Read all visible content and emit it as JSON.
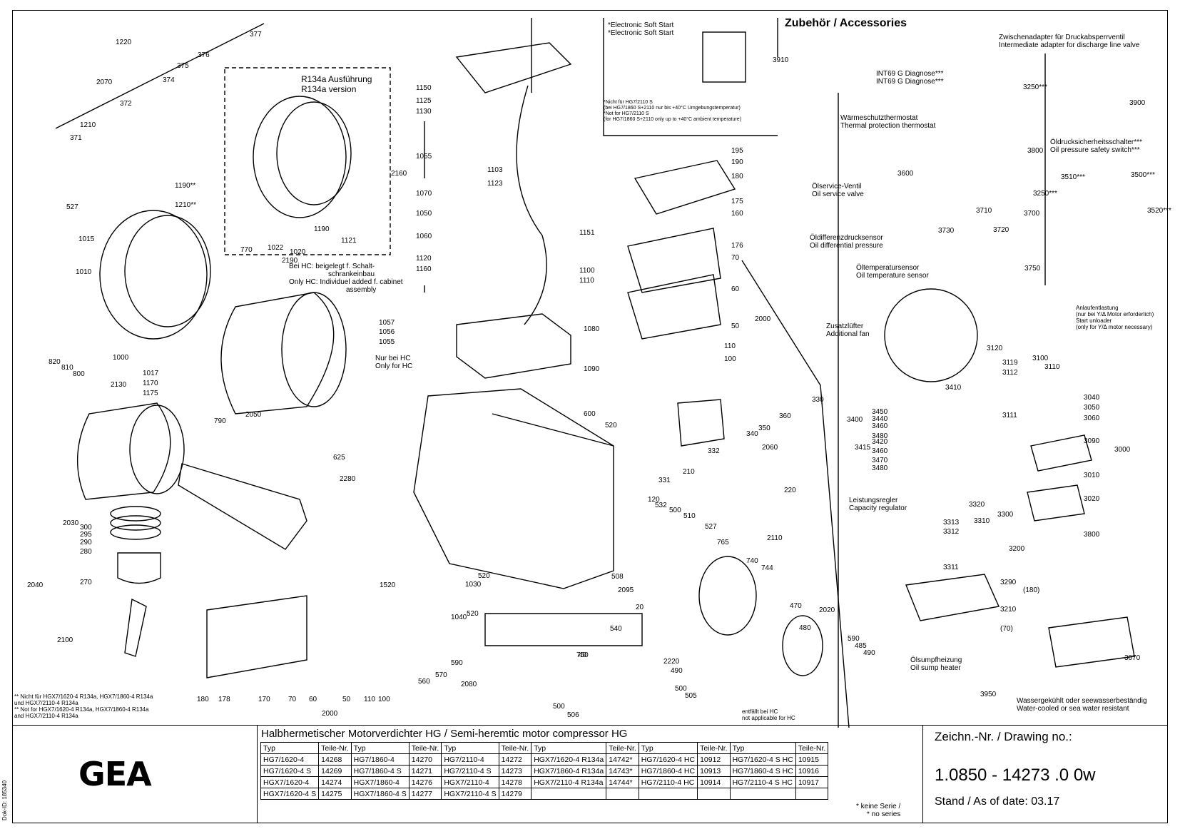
{
  "accessories_title": "Zubehör / Accessories",
  "r134a": {
    "de": "R134a Ausführung",
    "en": "R134a version"
  },
  "hc_only_cabinet": [
    "Bei HC: beigelegt f. Schalt-",
    "schrankeinbau",
    "Only HC: Individuel added f. cabinet",
    "assembly"
  ],
  "hc_only": [
    "Nur bei HC",
    "Only for HC"
  ],
  "soft_start": [
    "*Electronic Soft Start",
    "*Electronic Soft Start"
  ],
  "small_note": [
    "*Nicht für HG7/2110 S",
    "(bei HG7/1860 S+2110 nur bis +40°C Umgebungstemperatur)",
    "*Not for HG7/2110 S",
    "(for HG7/1860 S+2110 only up to +40°C ambient temperature)"
  ],
  "intermediate_adapter": [
    "Zwischenadapter für Druckabsperrventil",
    "Intermediate adapter for discharge line valve"
  ],
  "int69": [
    "INT69 G Diagnose***",
    "INT69 G Diagnose***"
  ],
  "thermal": [
    "Wärmeschutzthermostat",
    "Thermal protection thermostat"
  ],
  "oil_service": [
    "Ölservice-Ventil",
    "Oil service valve"
  ],
  "oil_pressure_switch": [
    "Öldrucksicherheitsschalter***",
    "Oil pressure safety switch***"
  ],
  "oil_diff": [
    "Öldifferenzdrucksensor",
    "Oil differential pressure"
  ],
  "oil_temp": [
    "Öltemperatursensor",
    "Oil temperature sensor"
  ],
  "start_unloader": [
    "Anlaufentlastung",
    "(nur bei Y/Δ Motor erforderlich)",
    "Start unloader",
    "(only for Y/Δ motor necessary)"
  ],
  "add_fan": [
    "Zusatzlüfter",
    "Additional fan"
  ],
  "capacity_reg": [
    "Leistungsregler",
    "Capacity regulator"
  ],
  "oil_sump": [
    "Ölsumpfheizung",
    "Oil sump heater"
  ],
  "water_cooled": [
    "Wassergekühlt oder seewasserbeständig",
    "Water-cooled or sea water resistant"
  ],
  "not_for_hgx": [
    "** Nicht für HGX7/1620-4 R134a, HGX7/1860-4 R134a",
    "und HGX7/2110-4 R134a",
    "** Not for HGX7/1620-4 R134a, HGX7/1860-4 R134a",
    "and HGX7/2110-4 R134a"
  ],
  "hc_legend": [
    "entfällt bei HC",
    "not applicable for HC"
  ],
  "part_labels": [
    "1220",
    "377",
    "2070",
    "376",
    "375",
    "374",
    "372",
    "1210",
    "371",
    "1190**",
    "1210**",
    "527",
    "1015",
    "1010",
    "1000",
    "770",
    "1022",
    "1020",
    "2190",
    "1190",
    "1121",
    "1150",
    "1125",
    "1130",
    "2160",
    "1055",
    "1103",
    "1123",
    "1070",
    "1050",
    "1060",
    "1120",
    "1160",
    "1151",
    "1100",
    "1110",
    "1080",
    "1090",
    "1057",
    "1056",
    "1055",
    "1017",
    "1170",
    "1175",
    "2130",
    "820",
    "810",
    "800",
    "790",
    "2050",
    "625",
    "2280",
    "600",
    "520",
    "195",
    "190",
    "180",
    "175",
    "160",
    "176",
    "70",
    "60",
    "50",
    "2000",
    "110",
    "100",
    "330",
    "360",
    "350",
    "340",
    "332",
    "2060",
    "210",
    "331",
    "220",
    "2030",
    "300",
    "295",
    "290",
    "280",
    "270",
    "2040",
    "2100",
    "1520",
    "1030",
    "520",
    "520",
    "1040",
    "40",
    "20",
    "2095",
    "508",
    "540",
    "120",
    "532",
    "500",
    "510",
    "527",
    "2110",
    "765",
    "740",
    "744",
    "470",
    "480",
    "2020",
    "590",
    "485",
    "490",
    "750",
    "2220",
    "490",
    "500",
    "505",
    "560",
    "570",
    "590",
    "2080",
    "500",
    "506",
    "180",
    "178",
    "170",
    "70",
    "60",
    "50",
    "110",
    "100",
    "2000",
    "3910",
    "3250***",
    "3900",
    "3600",
    "3800",
    "3250***",
    "3510***",
    "3500***",
    "3710",
    "3730",
    "3720",
    "3700",
    "3520***",
    "3750",
    "3120",
    "3100",
    "3119",
    "3112",
    "3110",
    "3111",
    "3410",
    "3400",
    "3450",
    "3440",
    "3460",
    "3480",
    "3420",
    "3415",
    "3460",
    "3470",
    "3480",
    "3040",
    "3050",
    "3060",
    "3090",
    "3000",
    "3010",
    "3020",
    "3800",
    "3320",
    "3313",
    "3312",
    "3310",
    "3300",
    "3311",
    "3200",
    "3290",
    "(180)",
    "3210",
    "(70)",
    "3070",
    "3950"
  ],
  "title_block": {
    "title": "Halbhermetischer Motorverdichter HG / Semi-heremtic motor compressor HG",
    "headers": [
      "Typ",
      "Teile-Nr.",
      "Typ",
      "Teile-Nr.",
      "Typ",
      "Teile-Nr.",
      "Typ",
      "Teile-Nr.",
      "Typ",
      "Teile-Nr.",
      "Typ",
      "Teile-Nr."
    ],
    "rows": [
      [
        "HG7/1620-4",
        "14268",
        "HG7/1860-4",
        "14270",
        "HG7/2110-4",
        "14272",
        "HGX7/1620-4 R134a",
        "14742*",
        "HG7/1620-4 HC",
        "10912",
        "HG7/1620-4 S HC",
        "10915"
      ],
      [
        "HG7/1620-4 S",
        "14269",
        "HG7/1860-4 S",
        "14271",
        "HG7/2110-4 S",
        "14273",
        "HGX7/1860-4 R134a",
        "14743*",
        "HG7/1860-4 HC",
        "10913",
        "HG7/1860-4 S HC",
        "10916"
      ],
      [
        "HGX7/1620-4",
        "14274",
        "HGX7/1860-4",
        "14276",
        "HGX7/2110-4",
        "14278",
        "HGX7/2110-4 R134a",
        "14744*",
        "HG7/2110-4 HC",
        "10914",
        "HG7/2110-4 S HC",
        "10917"
      ],
      [
        "HGX7/1620-4 S",
        "14275",
        "HGX7/1860-4 S",
        "14277",
        "HGX7/2110-4 S",
        "14279",
        "",
        "",
        "",
        "",
        "",
        ""
      ]
    ],
    "no_series": [
      "* keine Serie /",
      "* no series"
    ],
    "drawing_label": "Zeichn.-Nr. / Drawing no.:",
    "drawing_no": "1.0850 - 14273 .0 0w",
    "stand": "Stand / As of date: 03.17",
    "logo": "GEA",
    "dok_id": "Dok-ID: 185340"
  }
}
